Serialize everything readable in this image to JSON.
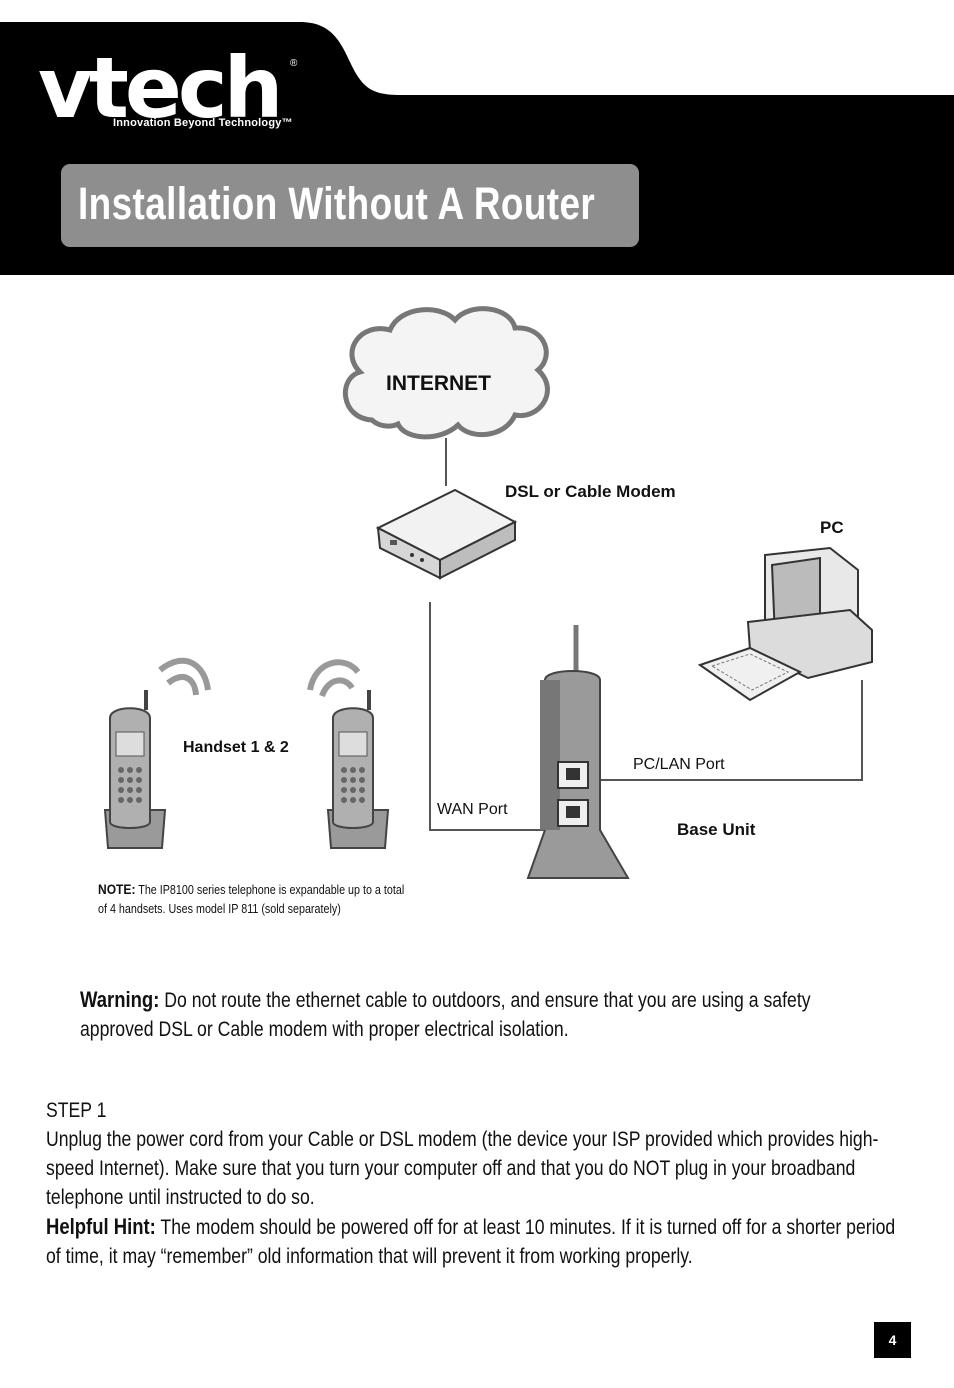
{
  "brand": {
    "logo_text": "vtech",
    "registered_mark": "®",
    "tagline": "Innovation Beyond Technology™",
    "colors": {
      "header_bg": "#000000",
      "title_box": "#8e8e8e"
    }
  },
  "page_title": "Installation Without A Router",
  "diagram": {
    "internet_label": "INTERNET",
    "modem_label": "DSL or Cable Modem",
    "pc_label": "PC",
    "handset_label": "Handset 1 & 2",
    "pc_lan_port_label": "PC/LAN Port",
    "wan_port_label": "WAN Port",
    "base_unit_label": "Base Unit"
  },
  "note": {
    "label": "NOTE:",
    "text": "The IP8100 series telephone is expandable up to a total of 4 handsets. Uses model IP 811 (sold separately)"
  },
  "warning": {
    "label": "Warning:",
    "text": "Do not route the ethernet cable to outdoors, and ensure that you are using a safety approved DSL or Cable modem with proper electrical isolation."
  },
  "step1": {
    "heading": "STEP 1",
    "text": "Unplug the power cord from your Cable or DSL modem (the device your ISP provided which provides high-speed Internet). Make sure that you turn your computer off and that you do NOT plug in your broadband telephone until instructed to do so.",
    "hint_label": "Helpful Hint:",
    "hint_text": "The modem should be powered off for at least 10 minutes.  If it is turned off for a shorter period of time, it may “remember” old information that will prevent it from working properly."
  },
  "page_number": "4"
}
